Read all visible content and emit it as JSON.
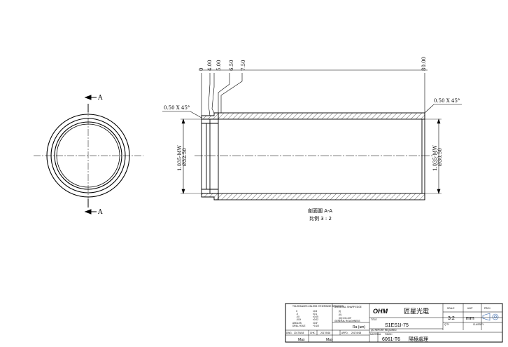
{
  "section_label": "A",
  "dims_top": [
    "0",
    "4.00",
    "5.00",
    "6.50",
    "7.50",
    "80.00"
  ],
  "chamfer_left": "0.50 X 45°",
  "chamfer_right": "0.50 X 45°",
  "dim_left_inner": "Ø32.50",
  "dim_left_tol": "1.035-MW",
  "dim_right_outer": "Ø30.50",
  "dim_right_tol": "1.035-MW",
  "section_caption": "剖面圖 A-A",
  "scale_caption": "比例 3 : 2",
  "title_block": {
    "tolerance_header": "TOLERANCES UNLESS\nOTHERWISE SPECIFIED",
    "tol_rows": [
      {
        "dec": "X",
        "val": "±0.5"
      },
      {
        "dec": ".X",
        "val": "±0.1"
      },
      {
        "dec": ".XX",
        "val": "±0.05"
      },
      {
        "dec": ".XXX",
        "val": "±0.02"
      },
      {
        "dec": "ANGLES",
        "val": "±0.5°"
      },
      {
        "dec": "DRILL HOLE",
        "val": "+0.1/0"
      }
    ],
    "edge_header": "BREAK ALL SHARP EDGE",
    "edge_i": "(I)",
    "edge_ii": "(II)",
    "edge_iii": "(III) 0.5 x 45°",
    "roughness_header": "GENERAL ROUGHNESS",
    "roughness_unit": "Ra (um)",
    "company_logo": "OHM",
    "company_name": "匠星光電",
    "scale_header": "SCALE",
    "unit_header": "UNIT",
    "proj_header": "PROJ.",
    "title_label": "TITLE",
    "part_number": "S1ES1I-75",
    "scale_value": "3:2",
    "unit_value": "mm",
    "qc_label": "QC REPORT REQUIRED",
    "qty_label": "Q'TY",
    "class_label": "CLASSIFY",
    "material_label": "MATERIAL",
    "finish_label": "FINISH",
    "material_value": "6061-T6",
    "finish_value": "陽極處理",
    "dwg_label": "DWG.",
    "chk_label": "CHK.",
    "appd_label": "APPD.",
    "date1": "2017/5/18",
    "date2": "2017/5/18",
    "date3": "2017/5/18",
    "max1": "Max",
    "max2": "Max"
  }
}
